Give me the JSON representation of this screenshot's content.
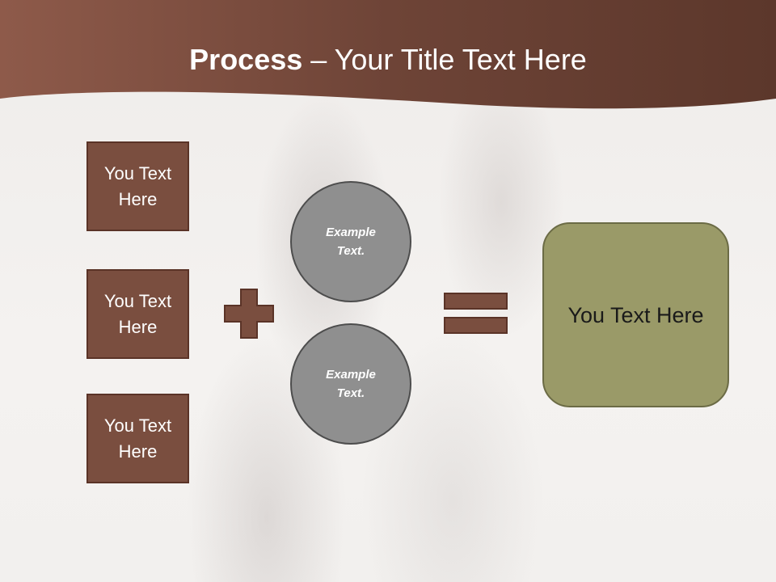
{
  "title": {
    "bold": "Process",
    "rest": " – Your Title Text Here"
  },
  "boxes": [
    {
      "label": "You Text Here"
    },
    {
      "label": "You Text Here"
    },
    {
      "label": "You Text Here"
    }
  ],
  "circles": [
    {
      "label": "Example Text."
    },
    {
      "label": "Example Text."
    }
  ],
  "result": {
    "label": "You Text Here"
  },
  "colors": {
    "header": "#6e4436",
    "box": "#7a4e3f",
    "circle": "#8f8f8f",
    "result": "#9a9a68"
  },
  "icons": {
    "plus": "plus-icon",
    "equals": "equals-icon"
  }
}
